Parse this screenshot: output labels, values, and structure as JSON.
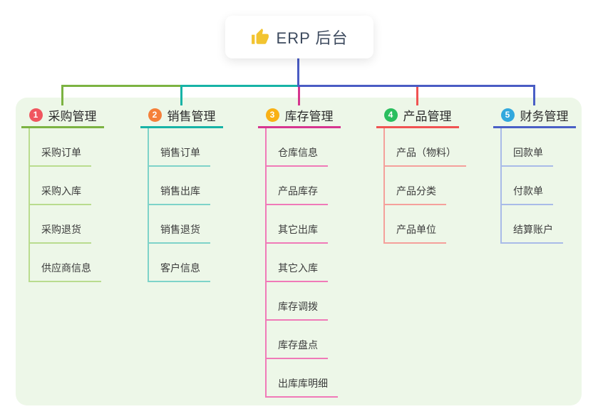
{
  "root": {
    "label": "ERP 后台",
    "icon": "thumbs-up-icon"
  },
  "panel": {
    "bg": "#edf7e8"
  },
  "connector": {
    "trunk_color": "#4a5cc4"
  },
  "branches": [
    {
      "badge": "1",
      "label": "采购管理",
      "badge_color": "#f0565f",
      "color": "#7cb342",
      "child_color": "#b9dc8e",
      "children": [
        "采购订单",
        "采购入库",
        "采购退货",
        "供应商信息"
      ]
    },
    {
      "badge": "2",
      "label": "销售管理",
      "badge_color": "#f5803a",
      "color": "#17b3a6",
      "child_color": "#7ed3c9",
      "children": [
        "销售订单",
        "销售出库",
        "销售退货",
        "客户信息"
      ]
    },
    {
      "badge": "3",
      "label": "库存管理",
      "badge_color": "#f9b115",
      "color": "#d6368f",
      "child_color": "#f07ab8",
      "children": [
        "仓库信息",
        "产品库存",
        "其它出库",
        "其它入库",
        "库存调拨",
        "库存盘点",
        "出库库明细"
      ]
    },
    {
      "badge": "4",
      "label": "产品管理",
      "badge_color": "#2abe5e",
      "color": "#f05352",
      "child_color": "#f5a09b",
      "children": [
        "产品（物料）",
        "产品分类",
        "产品单位"
      ]
    },
    {
      "badge": "5",
      "label": "财务管理",
      "badge_color": "#31a8dd",
      "color": "#4a5fc6",
      "child_color": "#a9bbe8",
      "children": [
        "回款单",
        "付款单",
        "结算账户"
      ]
    }
  ]
}
